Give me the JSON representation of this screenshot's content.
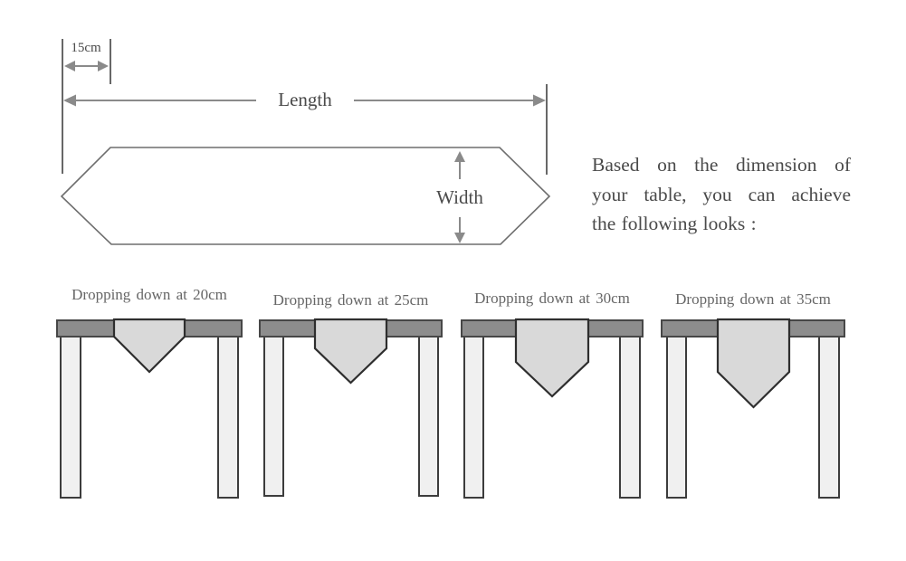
{
  "diagram": {
    "offset_label": "15cm",
    "length_label": "Length",
    "width_label": "Width"
  },
  "note": {
    "lines": [
      "Based on the dimension of",
      "your table, you can achieve",
      "the following looks :"
    ]
  },
  "looks": [
    {
      "title": "Dropping down at 20cm",
      "drop_cm": 20
    },
    {
      "title": "Dropping down at 25cm",
      "drop_cm": 25
    },
    {
      "title": "Dropping down at 30cm",
      "drop_cm": 30
    },
    {
      "title": "Dropping down at 35cm",
      "drop_cm": 35
    }
  ],
  "colors": {
    "ext_line": "#676767",
    "dim": "#8a8a8a",
    "hex_stroke": "#6e6e6e",
    "text": "#4a4a4a",
    "title": "#666666",
    "tabletop_fill": "#8d8d8d",
    "tabletop_stroke": "#474747",
    "leg_fill": "#f0f0f0",
    "leg_stroke": "#3c3c3c",
    "runner_fill": "#d9d9d9",
    "runner_stroke": "#2e2e2e"
  }
}
